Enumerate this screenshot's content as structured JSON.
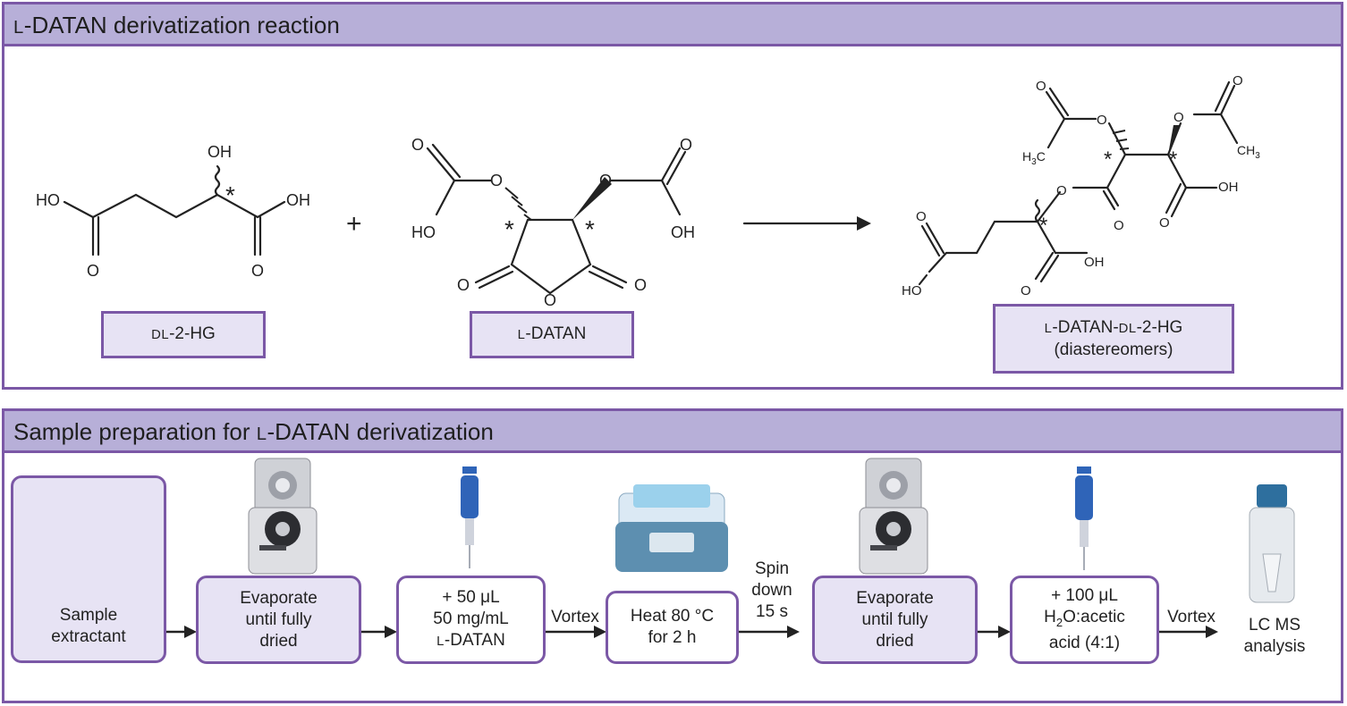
{
  "panel1": {
    "title_prefix": "L",
    "title_rest": "-DATAN derivatization reaction",
    "plus": "+",
    "molecules": [
      {
        "label_sc": "DL",
        "label_rest": "-2-HG"
      },
      {
        "label_sc": "L",
        "label_rest": "-DATAN"
      },
      {
        "label_line1_a": "L",
        "label_line1_b": "-DATAN-",
        "label_line1_c": "DL",
        "label_line1_d": "-2-HG",
        "label_line2": "(diastereomers)"
      }
    ],
    "atoms": {
      "oh": "OH",
      "ho": "HO",
      "o": "O",
      "star": "*",
      "h3c_h": "H",
      "h3c_3": "3",
      "h3c_c": "C",
      "ch3_ch": "CH",
      "ch3_3": "3"
    }
  },
  "panel2": {
    "title_a": "Sample preparation for ",
    "title_sc": "L",
    "title_b": "-DATAN derivatization",
    "steps": [
      {
        "lines": [
          "Sample",
          "extractant"
        ]
      },
      {
        "lines": [
          "Evaporate",
          "until fully",
          "dried"
        ]
      },
      {
        "lines": [
          "+ 50 μL",
          "50 mg/mL"
        ],
        "line3_sc": "L",
        "line3_rest": "-DATAN"
      },
      {
        "lines": [
          "Heat 80 °C",
          "for 2 h"
        ]
      },
      {
        "lines": [
          "Evaporate",
          "until fully",
          "dried"
        ]
      },
      {
        "line1": "+ 100 μL",
        "line2_a": "H",
        "line2_sub": "2",
        "line2_b": "O:acetic",
        "line3": "acid (4:1)"
      }
    ],
    "arrow_labels": [
      "Vortex",
      "Spin",
      "down",
      "15 s",
      "Vortex"
    ],
    "final": [
      "LC MS",
      "analysis"
    ]
  },
  "colors": {
    "accent": "#7b58a6",
    "header": "#b7afd8",
    "fill": "#e7e3f4",
    "pipette": "#2f64b8",
    "heater": "#5d8fb0"
  }
}
